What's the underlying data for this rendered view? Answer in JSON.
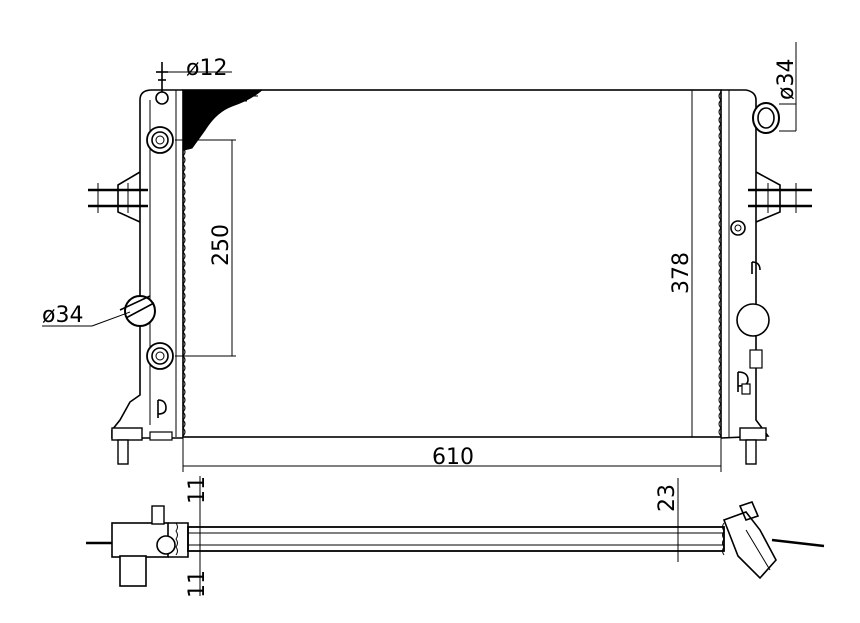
{
  "dimensions": {
    "pipe_top_diameter": "ø12",
    "outlet_diameter_right": "ø34",
    "inlet_diameter_left": "ø34",
    "port_spacing": "250",
    "core_height": "378",
    "core_width": "610",
    "core_thickness": "23",
    "offset_top": "11",
    "offset_bottom": "11"
  }
}
